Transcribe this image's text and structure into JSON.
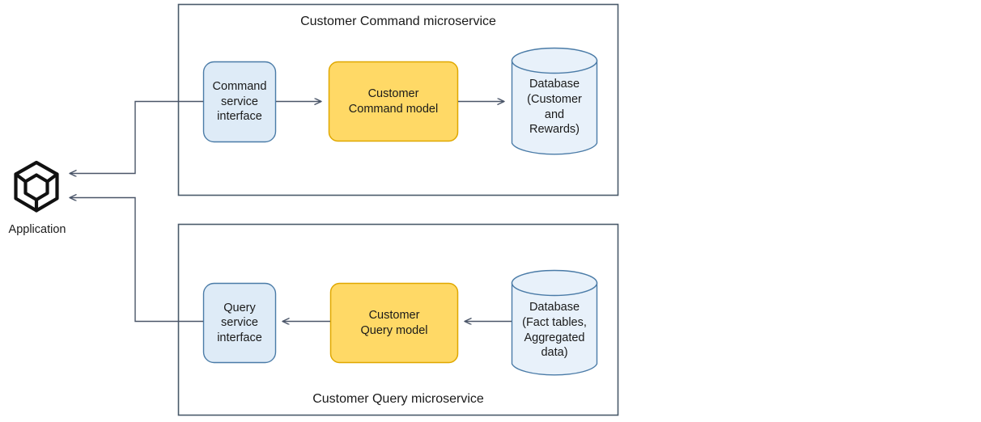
{
  "diagram": {
    "title_visible": false,
    "palette": {
      "container_border": "#4a5a6a",
      "box_blue_fill": "#deebf7",
      "box_blue_border": "#4a7ba7",
      "box_yellow_fill": "#ffd966",
      "box_yellow_border": "#e0a800",
      "cylinder_fill": "#e8f1fa",
      "cylinder_border": "#4a7ba7",
      "connector": "#4a5568",
      "icon_stroke": "#111111",
      "text": "#1a1a1a",
      "background": "#ffffff"
    },
    "external": {
      "icon_name": "application-cube-icon",
      "caption": "Application"
    },
    "containers": [
      {
        "id": "command-microservice",
        "title": "Customer Command microservice",
        "title_position": "top",
        "nodes": [
          {
            "id": "command-service-interface",
            "type": "rounded-rect",
            "style": "blue",
            "label": "Command\nservice\ninterface"
          },
          {
            "id": "customer-command-model",
            "type": "rounded-rect",
            "style": "yellow",
            "label": "Customer\nCommand model"
          },
          {
            "id": "command-database",
            "type": "cylinder",
            "style": "database",
            "label": "Database\n(Customer\nand\nRewards)"
          }
        ],
        "flow_direction": "left-to-right"
      },
      {
        "id": "query-microservice",
        "title": "Customer Query microservice",
        "title_position": "bottom",
        "nodes": [
          {
            "id": "query-service-interface",
            "type": "rounded-rect",
            "style": "blue",
            "label": "Query\nservice\ninterface"
          },
          {
            "id": "customer-query-model",
            "type": "rounded-rect",
            "style": "yellow",
            "label": "Customer\nQuery model"
          },
          {
            "id": "query-database",
            "type": "cylinder",
            "style": "database",
            "label": "Database\n(Fact tables,\nAggregated\ndata)"
          }
        ],
        "flow_direction": "right-to-left"
      }
    ],
    "connectors": [
      {
        "id": "conn-command-if-to-model",
        "from": "command-service-interface",
        "to": "customer-command-model",
        "arrow": "end"
      },
      {
        "id": "conn-model-to-command-db",
        "from": "customer-command-model",
        "to": "command-database",
        "arrow": "end"
      },
      {
        "id": "conn-query-db-to-model",
        "from": "query-database",
        "to": "customer-query-model",
        "arrow": "end"
      },
      {
        "id": "conn-query-model-to-if",
        "from": "customer-query-model",
        "to": "query-service-interface",
        "arrow": "end"
      },
      {
        "id": "conn-command-if-to-app",
        "from": "command-service-interface",
        "to": "application",
        "arrow": "end"
      },
      {
        "id": "conn-query-if-to-app",
        "from": "query-service-interface",
        "to": "application",
        "arrow": "end"
      }
    ]
  }
}
